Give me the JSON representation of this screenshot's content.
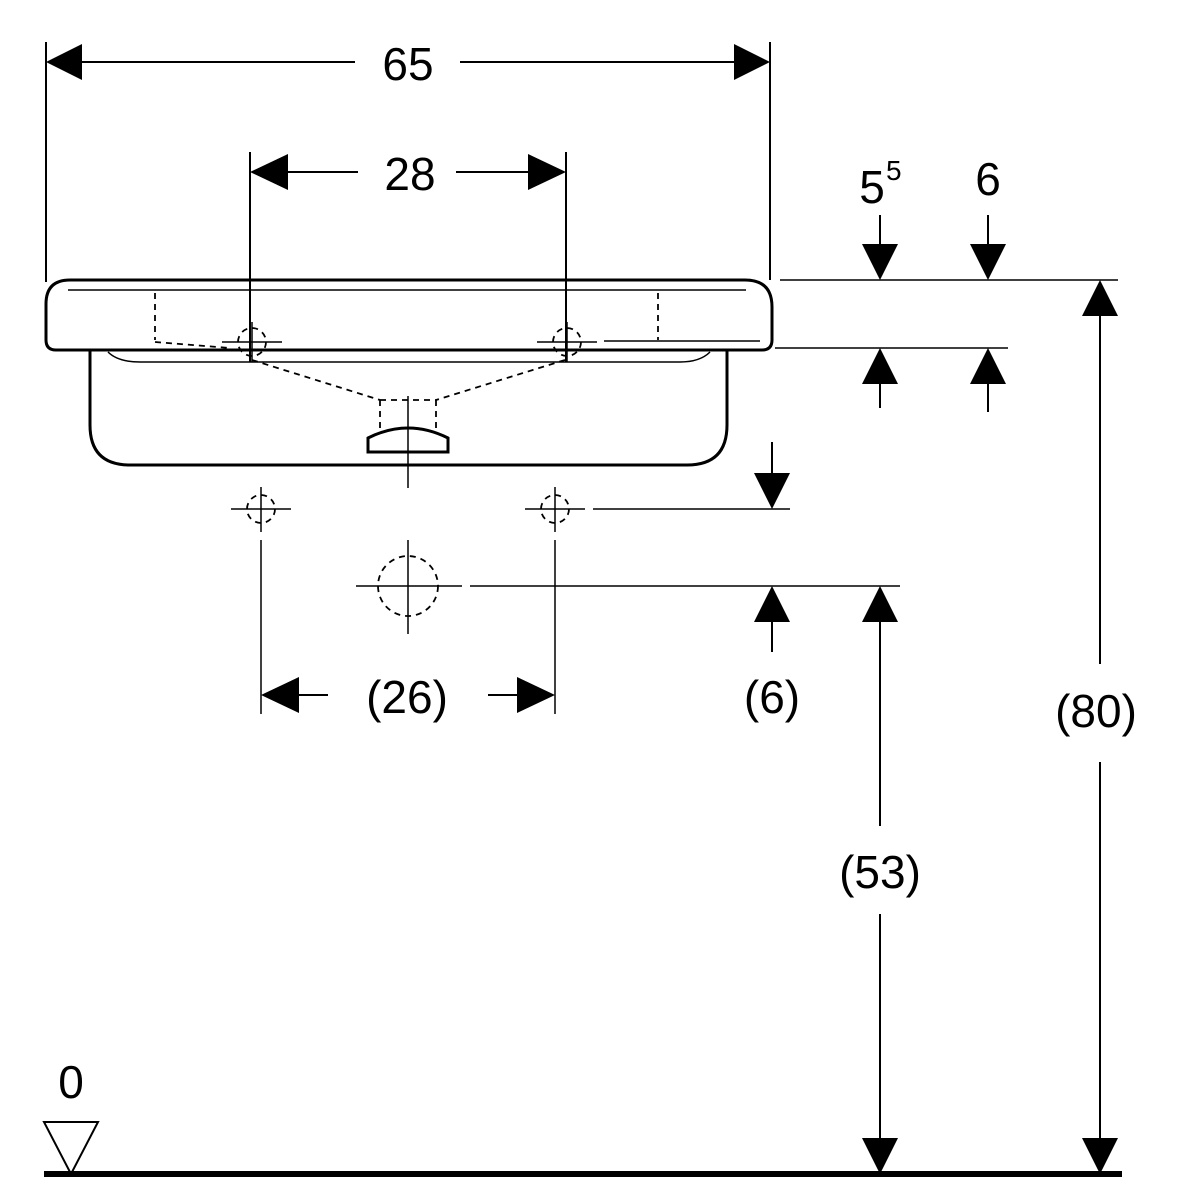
{
  "dimensions": {
    "overall_width": "65",
    "tap_hole_spacing": "28",
    "rim_thickness_main": "5",
    "rim_thickness_sup": "5",
    "rim_thickness_b": "6",
    "connection_spacing": "(26)",
    "outlet_offset": "(6)",
    "total_height": "(80)",
    "outlet_height": "(53)",
    "floor_level": "0"
  }
}
